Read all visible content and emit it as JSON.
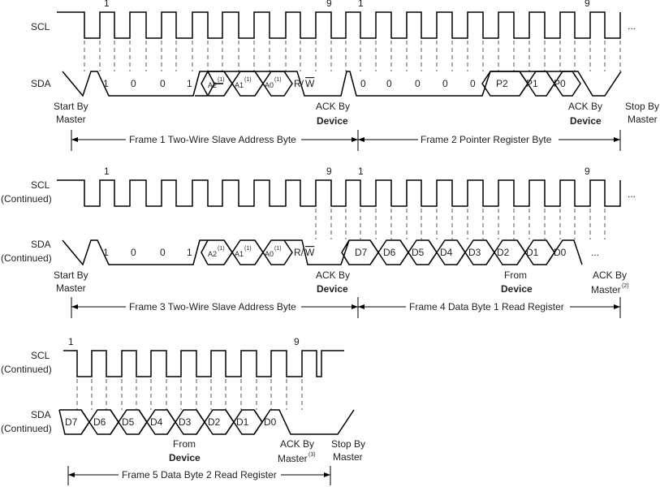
{
  "signal_labels": {
    "scl": "SCL",
    "sda": "SDA",
    "continued": "(Continued)"
  },
  "continuation": "...",
  "clock_numbers": {
    "first": "1",
    "ninth": "9"
  },
  "bits": {
    "address_one": "1",
    "address_zero": "0",
    "a2": "A2",
    "a1": "A1",
    "a0": "A0",
    "read_write_r": "R/",
    "read_write_w": "W",
    "note_1": "(1)",
    "pointer_zero": "0",
    "p2": "P2",
    "p1": "P1",
    "p0": "P0",
    "d7": "D7",
    "d6": "D6",
    "d5": "D5",
    "d4": "D4",
    "d3": "D3",
    "d2": "D2",
    "d1": "D1",
    "d0": "D0"
  },
  "annotations": {
    "start_by": "Start By",
    "master": "Master",
    "ack_by": "ACK By",
    "device": "Device",
    "stop_by": "Stop By",
    "from": "From",
    "note_2": "(2)",
    "note_3": "(3)"
  },
  "frames": {
    "frame1": "Frame 1 Two-Wire Slave Address Byte",
    "frame2": "Frame 2 Pointer Register Byte",
    "frame3": "Frame 3 Two-Wire Slave Address Byte",
    "frame4": "Frame 4 Data Byte 1 Read Register",
    "frame5": "Frame 5 Data Byte 2 Read Register"
  }
}
